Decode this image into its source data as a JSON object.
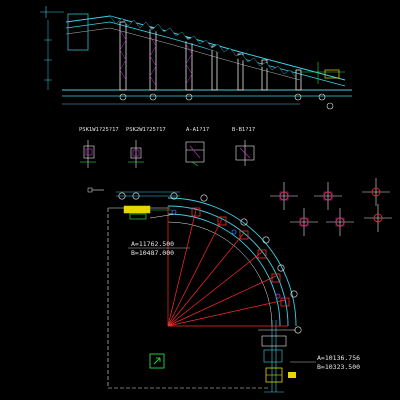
{
  "detail_labels": [
    "PSK1W1?25?17",
    "PSK2W1?25?17",
    "A-A1?17",
    "B-B1?17"
  ],
  "coord_a": {
    "a": "A=11762.500",
    "b": "B=10487.000"
  },
  "coord_b": {
    "a": "A=10136.756",
    "b": "B=10323.500"
  },
  "colors": {
    "background": "#000000",
    "cyan": "#39d0e6",
    "white": "#e8e8e8",
    "red": "#ff2a2a",
    "green": "#2ad94a",
    "yellow": "#e8d600",
    "magenta": "#d02ad0",
    "blue": "#3a6bff"
  }
}
